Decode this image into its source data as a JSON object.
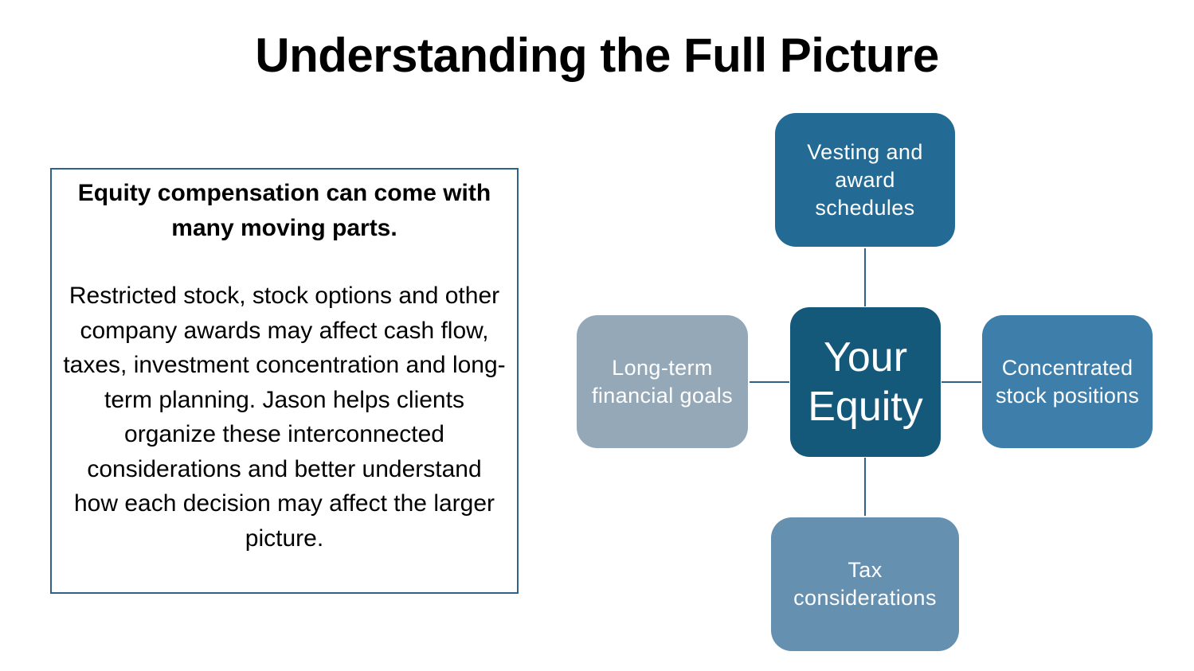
{
  "slide": {
    "title": "Understanding the Full Picture"
  },
  "text_box": {
    "lead": "Equity compensation can come with many moving parts.",
    "body": "Restricted stock, stock options and other company awards may affect cash flow, taxes, investment concentration and long-term planning. Jason helps clients organize these interconnected considerations and better understand how each decision may affect the larger picture."
  },
  "diagram": {
    "center": {
      "label": "Your Equity",
      "color": "#14587a"
    },
    "top": {
      "label": "Vesting and award schedules",
      "color": "#236b94"
    },
    "right": {
      "label": "Concentrated stock positions",
      "color": "#3d7eab"
    },
    "bottom": {
      "label": "Tax considerations",
      "color": "#6690b0"
    },
    "left": {
      "label": "Long-term financial goals",
      "color": "#94a8b8"
    },
    "connector_color": "#2e6288"
  }
}
